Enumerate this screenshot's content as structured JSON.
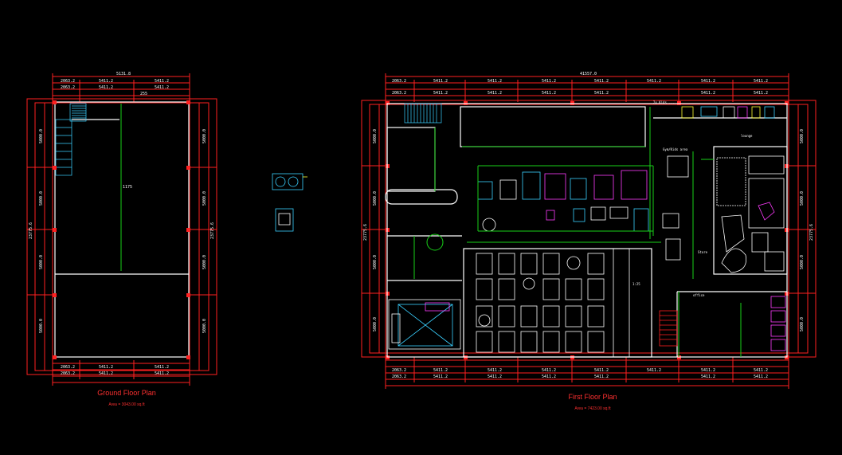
{
  "palette": {
    "background": "#000000",
    "wall": "#ffffff",
    "dimension": "#ff2020",
    "grid": "#18d018",
    "furniture": "#3ad0ff",
    "accent_magenta": "#ff3cff",
    "accent_yellow": "#ffff30"
  },
  "ground_floor": {
    "title": "Ground Floor Plan",
    "area": "Area = 3043.00 sq.ft",
    "overall_top": "5131.8",
    "overall_left": "23775.6",
    "overall_right": "23775.6",
    "top_row1": [
      "2063.2",
      "5411.2",
      "5411.2"
    ],
    "top_row2": [
      "2063.2",
      "5411.2",
      "5411.2"
    ],
    "inner_top": "255",
    "left_dims": [
      "5000.0",
      "5000.0",
      "5000.0",
      "5000.0"
    ],
    "right_dims": [
      "5000.0",
      "5000.0",
      "5000.0",
      "5000.0"
    ],
    "bottom_row1": [
      "2063.2",
      "5411.2",
      "5411.2"
    ],
    "bottom_row2": [
      "2063.2",
      "5411.2",
      "5411.2"
    ],
    "mid_label": "1175"
  },
  "first_floor": {
    "title": "First Floor Plan",
    "area": "Area = 7423.00 sq.ft",
    "overall_top": "41557.0",
    "overall_left": "23775.6",
    "overall_right": "23775.6",
    "top_row1": [
      "2063.2",
      "5411.2",
      "5411.2",
      "5411.2",
      "5411.2",
      "5411.2",
      "5411.2",
      "5411.2"
    ],
    "top_row2": [
      "2063.2",
      "5411.2",
      "5411.2",
      "5411.2",
      "5411.2",
      "5411.2",
      "5411.2"
    ],
    "left_dims": [
      "5000.0",
      "5000.0",
      "5000.0",
      "5000.0"
    ],
    "right_dims": [
      "5000.0",
      "5000.0",
      "5000.0",
      "5000.0"
    ],
    "bottom_row1": [
      "2063.2",
      "5411.2",
      "5411.2",
      "5411.2",
      "5411.2",
      "5411.2",
      "5411.2",
      "5411.2"
    ],
    "bottom_row2": [
      "2063.2",
      "5411.2",
      "5411.2",
      "5411.2",
      "5411.2",
      "5411.2",
      "5411.2"
    ],
    "labels": {
      "gym_note": "Gym/Kids area",
      "zone_a": "2x Kids ...",
      "zone_b": "lounge",
      "zone_c": "office",
      "zone_d": "Store",
      "zone_e": "1:25"
    }
  }
}
